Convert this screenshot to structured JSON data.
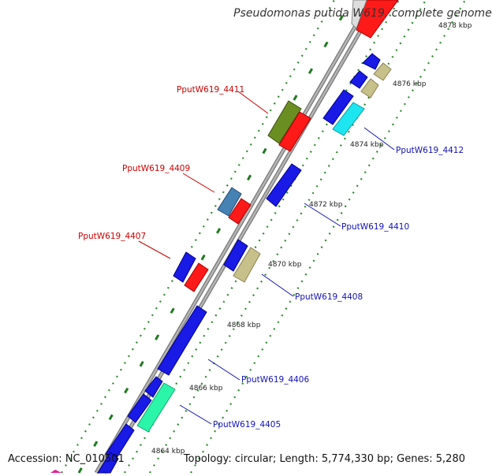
{
  "map": {
    "title": "Pseudomonas putida W619, complete genome",
    "accession_label": "Accession: NC_010501",
    "summary_label": "Topology: circular; Length: 5,774,330 bp; Genes: 5,280"
  },
  "ticks": {
    "t4864": "4864 kbp",
    "t4866": "4866 kbp",
    "t4868": "4868 kbp",
    "t4870": "4870 kbp",
    "t4872": "4872 kbp",
    "t4874": "4874 kbp",
    "t4876": "4876 kbp",
    "t4878": "4878 kbp"
  },
  "genes": {
    "g4405": "PputW619_4405",
    "g4406": "PputW619_4406",
    "g4407": "PputW619_4407",
    "g4408": "PputW619_4408",
    "g4409": "PputW619_4409",
    "g4410": "PputW619_4410",
    "g4411": "PputW619_4411",
    "g4412": "PputW619_4412"
  },
  "colors": {
    "backbone": "#9a9a9a",
    "dots": "#2e8b2e",
    "blue": "#1a1ae6",
    "red": "#ff1a1a",
    "olive": "#6b8e23",
    "khaki": "#c8c08a",
    "cyan": "#1ee6f0",
    "steel": "#4682b4",
    "mint": "#2af5a8",
    "label_red": "#cc0000",
    "label_blue": "#1111bb"
  }
}
